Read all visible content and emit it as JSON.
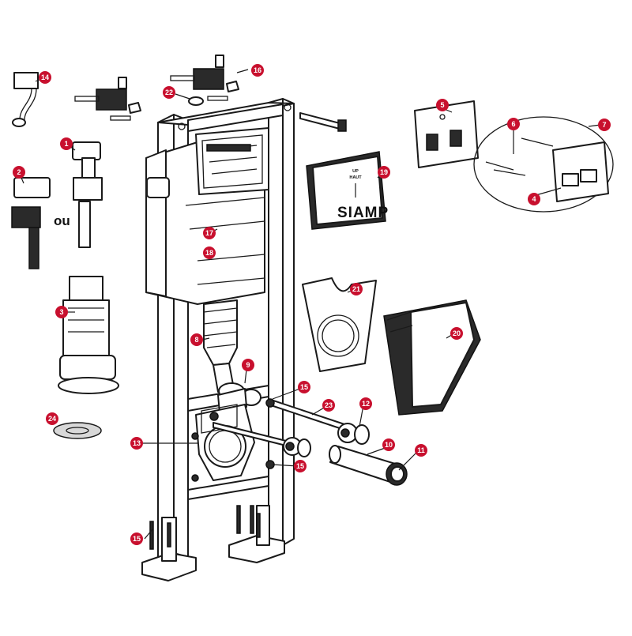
{
  "callouts": [
    {
      "n": "1"
    },
    {
      "n": "2"
    },
    {
      "n": "3"
    },
    {
      "n": "4"
    },
    {
      "n": "5"
    },
    {
      "n": "6"
    },
    {
      "n": "7"
    },
    {
      "n": "8"
    },
    {
      "n": "9"
    },
    {
      "n": "10"
    },
    {
      "n": "11"
    },
    {
      "n": "12"
    },
    {
      "n": "13"
    },
    {
      "n": "14"
    },
    {
      "n": "15"
    },
    {
      "n": "16"
    },
    {
      "n": "17"
    },
    {
      "n": "18"
    },
    {
      "n": "19"
    },
    {
      "n": "20"
    },
    {
      "n": "21"
    },
    {
      "n": "22"
    },
    {
      "n": "23"
    },
    {
      "n": "24"
    },
    {
      "n": "15"
    },
    {
      "n": "15"
    }
  ],
  "labels": {
    "alternative": "ou",
    "cover_brand": "SIAMP",
    "cover_up_line1": "UP",
    "cover_up_line2": "HAUT"
  },
  "colors": {
    "badge": "#c8102e",
    "line": "#1a1a1a"
  }
}
